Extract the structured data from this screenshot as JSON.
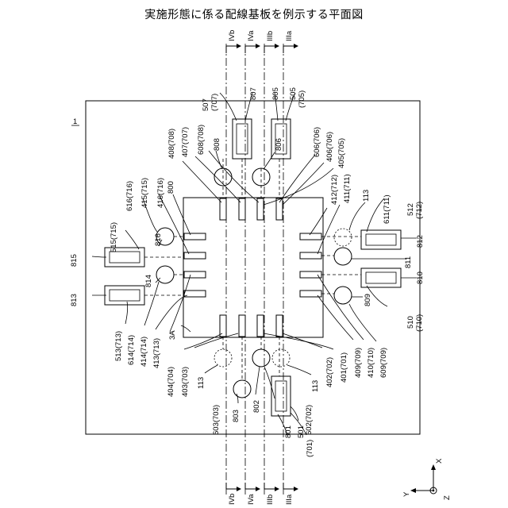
{
  "title": "実施形態に係る配線基板を例示する平面図",
  "figure_number": "1",
  "component_label": "800",
  "component_id": "3A",
  "section_markers": {
    "IVb": "IVb",
    "IVa": "IVa",
    "IIIb": "IIIb",
    "IIIa": "IIIa"
  },
  "axes": {
    "x": "X",
    "y": "Y",
    "z": "Z"
  },
  "labels": {
    "l_507": "507",
    "l_707a": "(707)",
    "l_807": "807",
    "l_805": "805",
    "l_505": "505",
    "l_705a": "(705)",
    "l_808": "808",
    "l_806": "806",
    "l_408": "408(708)",
    "l_407": "407(707)",
    "l_608": "608(708)",
    "l_606": "606(706)",
    "l_406": "406(706)",
    "l_405": "405(705)",
    "l_416": "416(716)",
    "l_415": "415(715)",
    "l_616": "616(716)",
    "l_515": "515(715)",
    "l_816": "816",
    "l_815": "815",
    "l_814": "814",
    "l_813": "813",
    "l_513": "513(713)",
    "l_614": "614(714)",
    "l_414": "414(714)",
    "l_413": "413(713)",
    "l_412": "412(712)",
    "l_411": "411(711)",
    "l_113a": "113",
    "l_611": "611(711)",
    "l_512": "512",
    "l_712a": "(712)",
    "l_812": "812",
    "l_811": "811",
    "l_810": "810",
    "l_809": "809",
    "l_510": "510",
    "l_710a": "(710)",
    "l_409": "409(709)",
    "l_410": "410(710)",
    "l_609": "609(709)",
    "l_401": "401(701)",
    "l_402": "402(702)",
    "l_404": "404(704)",
    "l_403": "403(703)",
    "l_113b": "113",
    "l_113c": "113",
    "l_603": "603(703)",
    "l_803": "803",
    "l_802": "802",
    "l_602": "602(702)",
    "l_801": "801",
    "l_501": "501",
    "l_701a": "(701)"
  }
}
